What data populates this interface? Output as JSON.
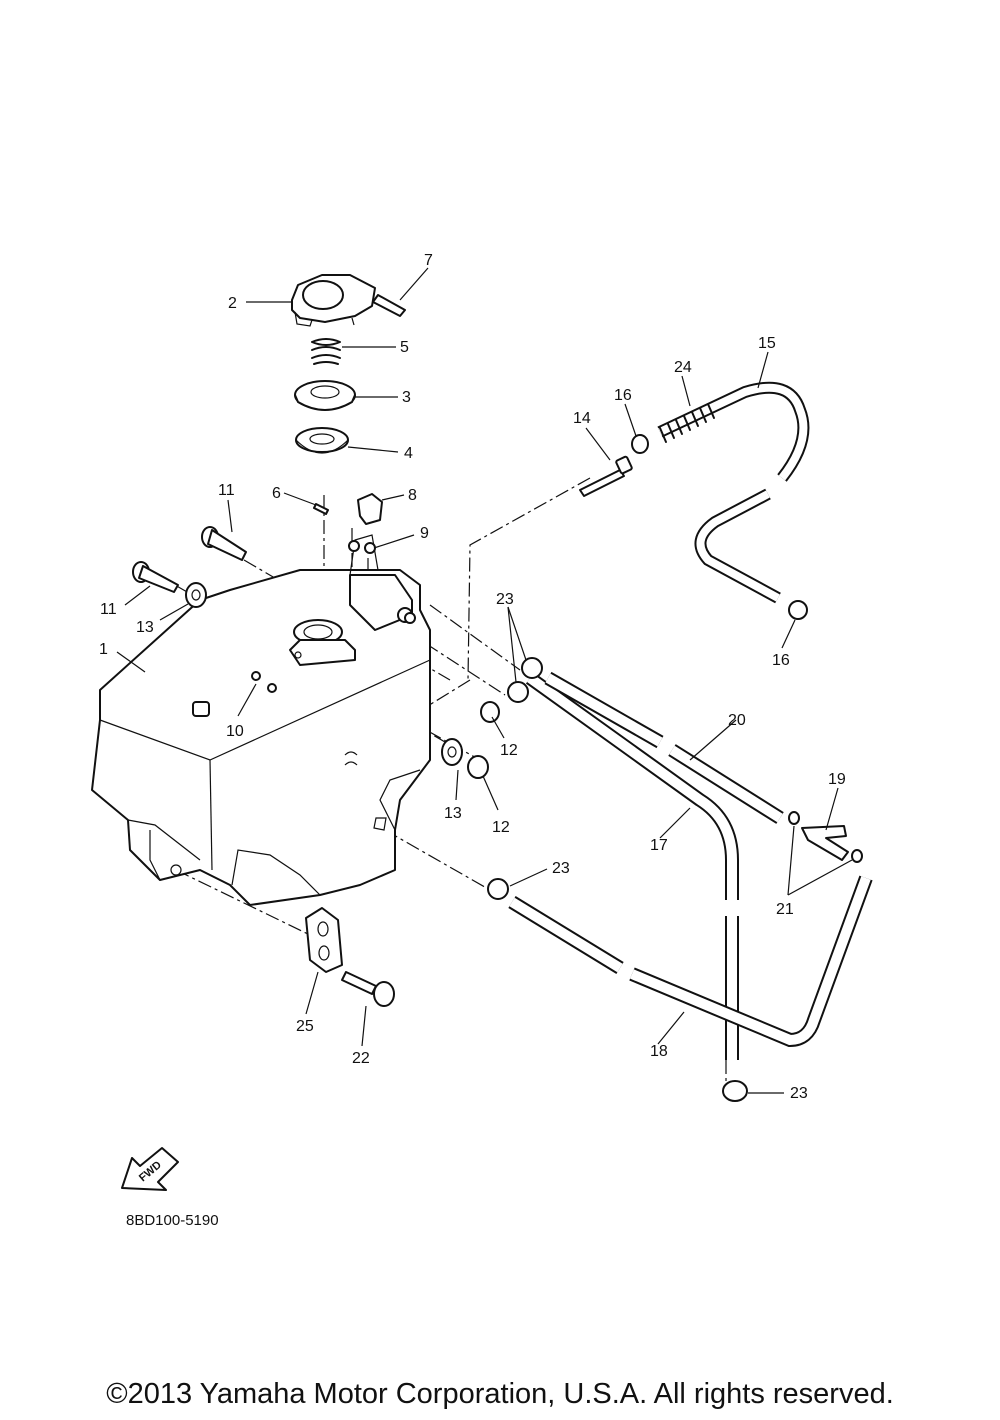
{
  "diagram": {
    "drawing_code": "8BD100-5190",
    "copyright": "©2013 Yamaha Motor Corporation, U.S.A. All rights reserved.",
    "direction_badge": "FWD",
    "callouts": {
      "c1": "1",
      "c2": "2",
      "c3": "3",
      "c4": "4",
      "c5": "5",
      "c6": "6",
      "c7": "7",
      "c8": "8",
      "c9": "9",
      "c10": "10",
      "c11a": "11",
      "c11b": "11",
      "c12a": "12",
      "c12b": "12",
      "c13a": "13",
      "c13b": "13",
      "c14": "14",
      "c15": "15",
      "c16a": "16",
      "c16b": "16",
      "c17": "17",
      "c18": "18",
      "c19": "19",
      "c20": "20",
      "c21": "21",
      "c22": "22",
      "c23a": "23",
      "c23b": "23",
      "c23c": "23",
      "c24": "24",
      "c25": "25"
    }
  }
}
